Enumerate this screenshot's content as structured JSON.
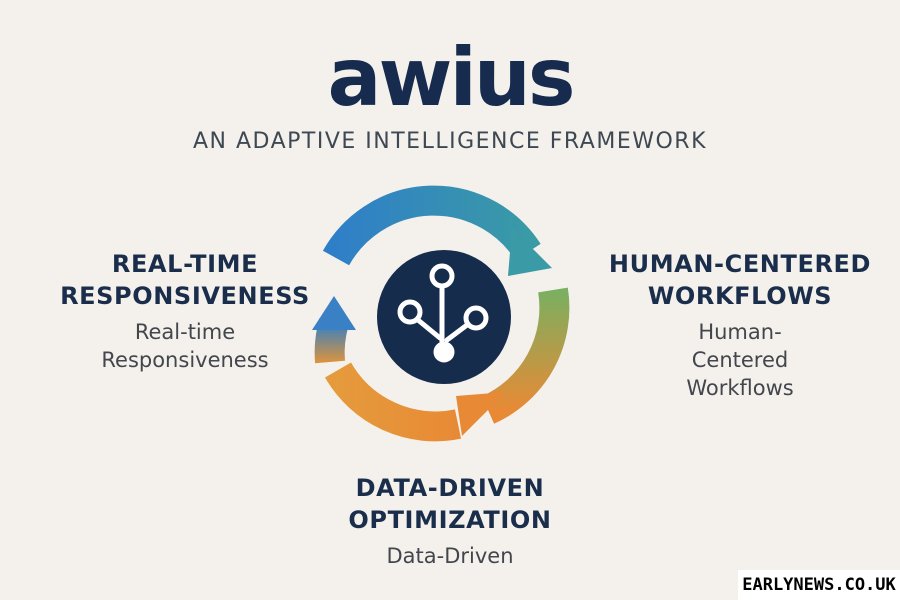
{
  "header": {
    "brand": "awius",
    "tagline": "AN ADAPTIVE INTELLIGENCE FRAMEWORK"
  },
  "cycle": {
    "nodes": [
      {
        "heading": "REAL-TIME\nRESPONSIVENESS",
        "sub": "Real-time\nResponsiveness"
      },
      {
        "heading": "HUMAN-CENTERED\nWORKFLOWS",
        "sub": "Human-\nCentered\nWorkflows"
      },
      {
        "heading": "DATA-DRIVEN\nOPTIMIZATION",
        "sub": "Data-Driven"
      }
    ],
    "center_icon": "network-hub-icon",
    "colors": {
      "blue": "#2f7fc8",
      "teal": "#3a9aa6",
      "green": "#79b061",
      "orange": "#e88a35",
      "center": "#152c4c"
    }
  },
  "watermark": "EARLYNEWS.CO.UK"
}
